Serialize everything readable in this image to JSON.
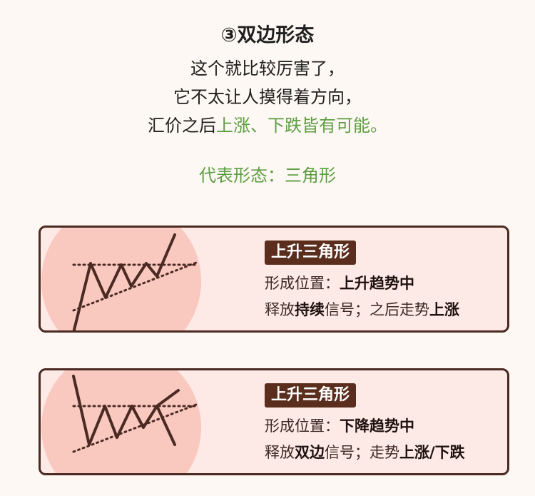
{
  "title": "③双边形态",
  "description": {
    "line1": "这个就比较厉害了，",
    "line2": "它不太让人摸得着方向，",
    "line3_prefix": "汇价之后",
    "line3_highlight": "上涨、下跌皆有可能。"
  },
  "representative": "代表形态：三角形",
  "cards": [
    {
      "tag": "上升三角形",
      "position_label": "形成位置：",
      "position_value": "上升趋势中",
      "release_prefix": "释放",
      "release_signal": "持续",
      "release_mid": "信号；之后走势",
      "release_direction": "上涨"
    },
    {
      "tag": "上升三角形",
      "position_label": "形成位置：",
      "position_value": "下降趋势中",
      "release_prefix": "释放",
      "release_signal": "双边",
      "release_mid": "信号；走势",
      "release_direction": "上涨/下跌"
    }
  ],
  "colors": {
    "accent_green": "#5e9e43",
    "card_border": "#4a2a22",
    "card_bg": "#fde9e5",
    "circle": "#f9c8bf",
    "tag_bg": "#5a2d1c"
  }
}
